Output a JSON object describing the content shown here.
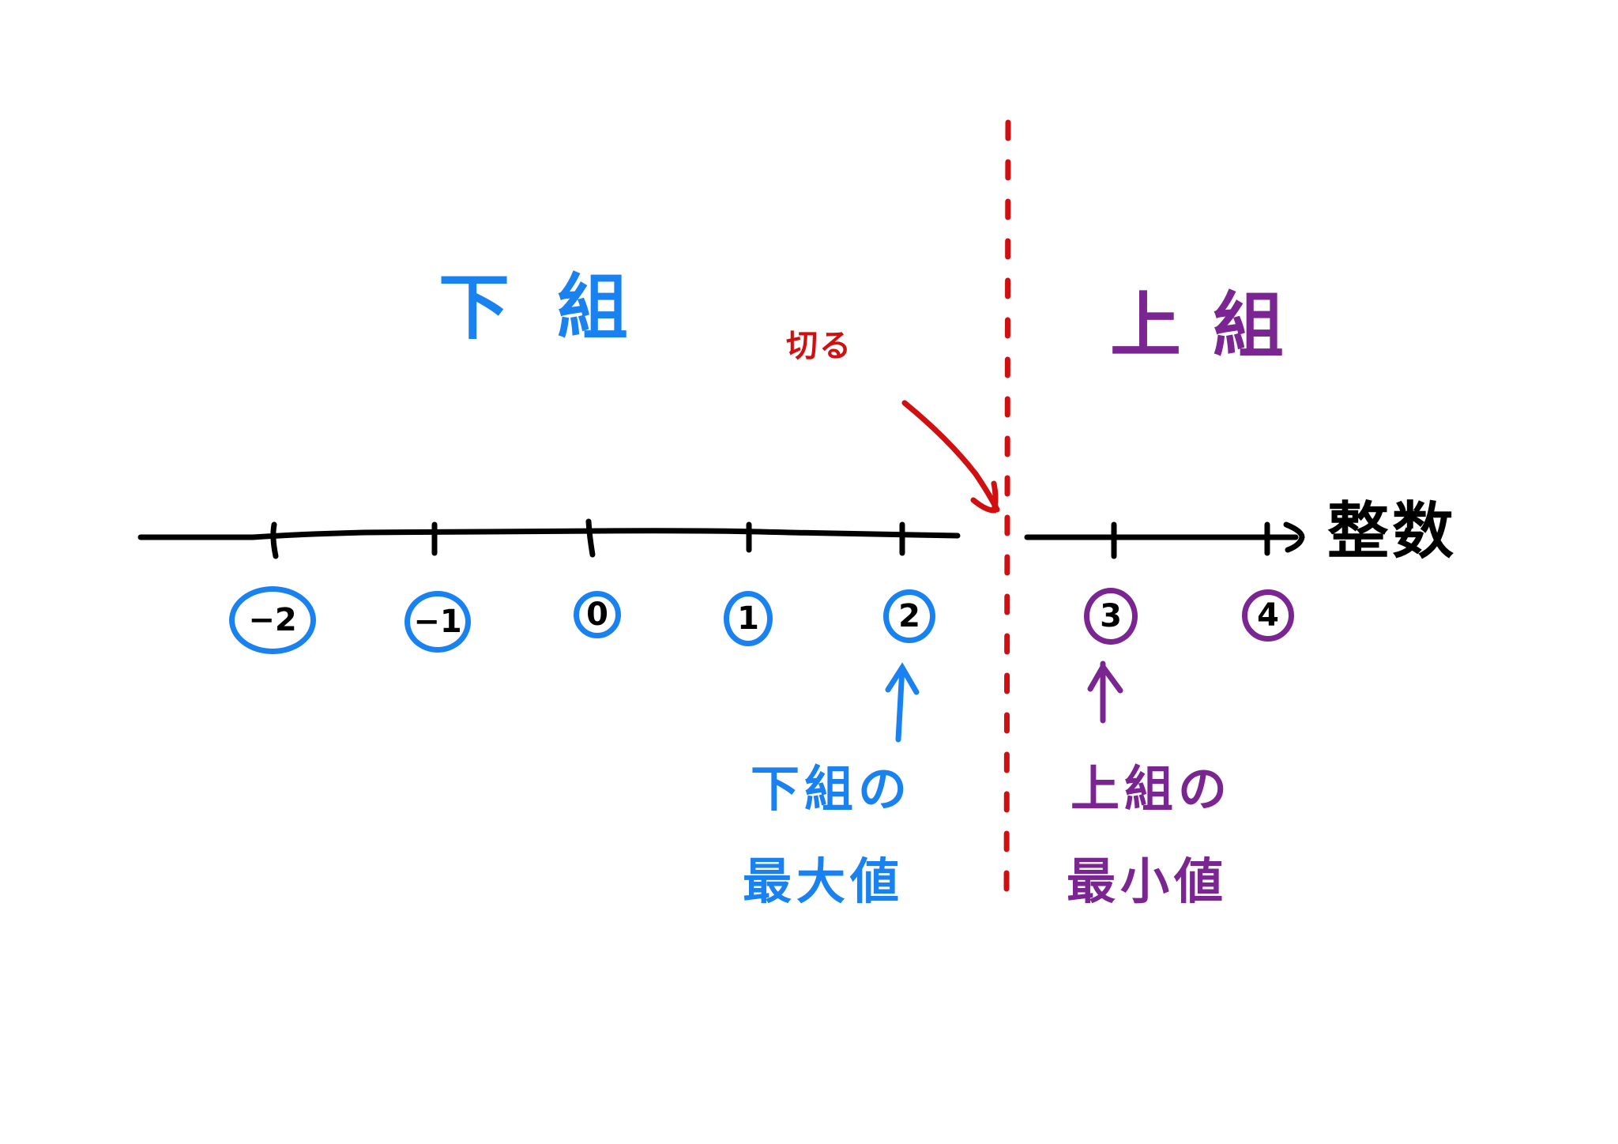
{
  "diagram": {
    "type": "number-line-cut",
    "colors": {
      "lower": "#1a82f0",
      "upper": "#7b2592",
      "cut": "#d01010",
      "axis": "#000000",
      "background": "#ffffff"
    },
    "lower_group": {
      "title": "下組",
      "caption_line1": "下組の",
      "caption_line2": "最大値",
      "members": [
        "−2",
        "−1",
        "0",
        "1",
        "2"
      ],
      "max_value": "2"
    },
    "upper_group": {
      "title": "上組",
      "caption_line1": "上組の",
      "caption_line2": "最小値",
      "members": [
        "3",
        "4"
      ],
      "min_value": "3"
    },
    "cut": {
      "label": "切る",
      "style": "dashed vertical line between 2 and 3"
    },
    "axis": {
      "label": "整数",
      "direction": "right-arrow"
    },
    "ticks": [
      {
        "value": "−2",
        "group": "lower"
      },
      {
        "value": "−1",
        "group": "lower"
      },
      {
        "value": "0",
        "group": "lower"
      },
      {
        "value": "1",
        "group": "lower"
      },
      {
        "value": "2",
        "group": "lower"
      },
      {
        "value": "3",
        "group": "upper"
      },
      {
        "value": "4",
        "group": "upper"
      }
    ]
  }
}
